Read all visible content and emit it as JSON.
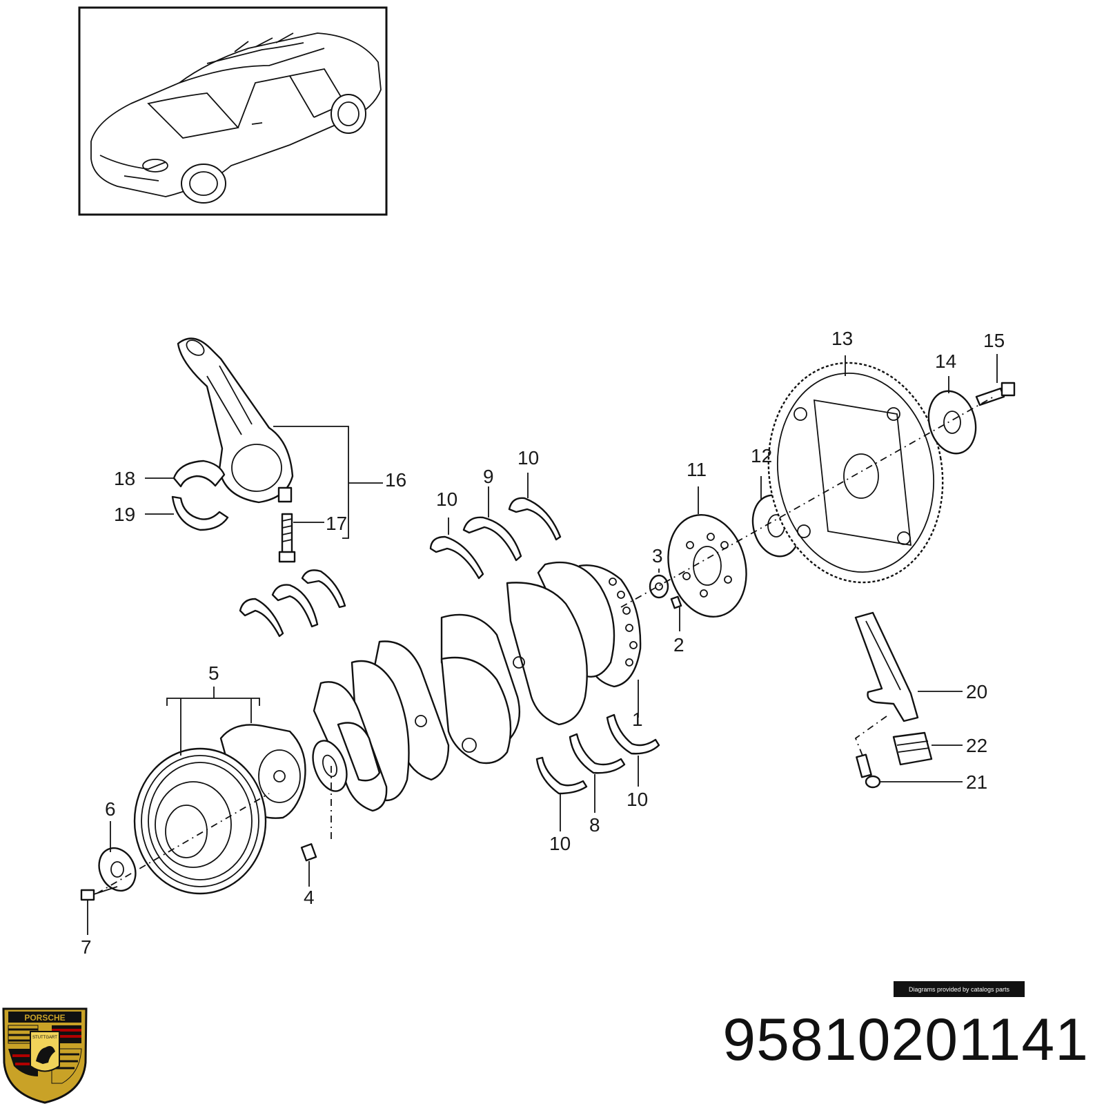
{
  "diagram": {
    "callouts": {
      "c1": "1",
      "c2": "2",
      "c3": "3",
      "c4": "4",
      "c5": "5",
      "c6": "6",
      "c7": "7",
      "c8": "8",
      "c9": "9",
      "c10a": "10",
      "c10b": "10",
      "c10c": "10",
      "c10d": "10",
      "c11": "11",
      "c12": "12",
      "c13": "13",
      "c14": "14",
      "c15": "15",
      "c16": "16",
      "c17": "17",
      "c18": "18",
      "c19": "19",
      "c20": "20",
      "c21": "21",
      "c22": "22"
    }
  },
  "footer": {
    "credit": "Diagrams provided by catalogs parts",
    "part_number": "95810201141"
  },
  "logo": {
    "brand_text": "PORSCHE",
    "city_text": "STUTTGART"
  }
}
